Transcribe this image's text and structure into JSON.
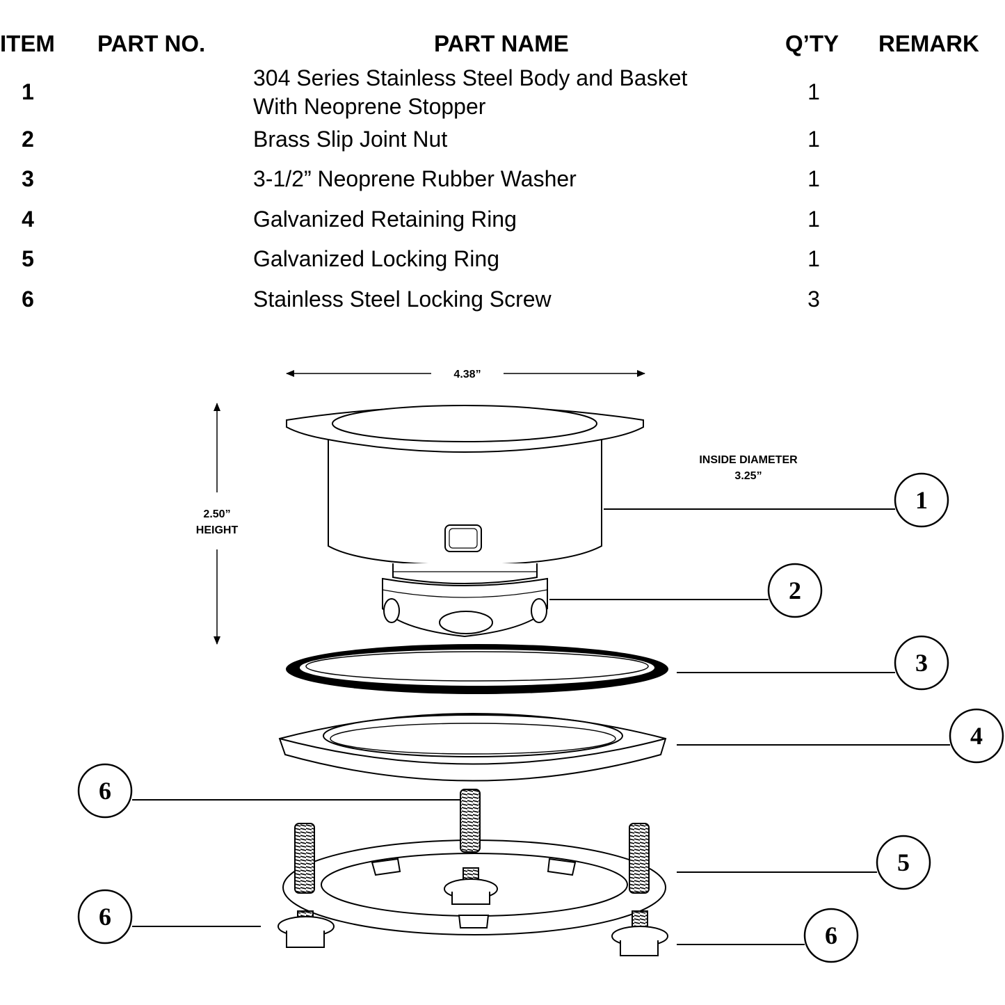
{
  "table": {
    "headers": {
      "item": "ITEM",
      "part_no": "PART NO.",
      "part_name": "PART NAME",
      "qty": "Q’TY",
      "remark": "REMARK"
    },
    "rows": [
      {
        "item": "1",
        "part_no": "",
        "part_name": "304 Series Stainless Steel Body and Basket\nWith Neoprene Stopper",
        "qty": "1",
        "remark": ""
      },
      {
        "item": "2",
        "part_no": "",
        "part_name": "Brass Slip Joint Nut",
        "qty": "1",
        "remark": ""
      },
      {
        "item": "3",
        "part_no": "",
        "part_name": "3-1/2” Neoprene Rubber Washer",
        "qty": "1",
        "remark": ""
      },
      {
        "item": "4",
        "part_no": "",
        "part_name": "Galvanized Retaining Ring",
        "qty": "1",
        "remark": ""
      },
      {
        "item": "5",
        "part_no": "",
        "part_name": "Galvanized Locking Ring",
        "qty": "1",
        "remark": ""
      },
      {
        "item": "6",
        "part_no": "",
        "part_name": "Stainless Steel Locking Screw",
        "qty": "3",
        "remark": ""
      }
    ]
  },
  "diagram": {
    "width_dim": "4.38”",
    "height_dim_value": "2.50”",
    "height_dim_label": "HEIGHT",
    "inside_diameter_label": "INSIDE DIAMETER",
    "inside_diameter_value": "3.25”",
    "callouts": [
      "1",
      "2",
      "3",
      "4",
      "5",
      "6",
      "6",
      "6"
    ]
  }
}
